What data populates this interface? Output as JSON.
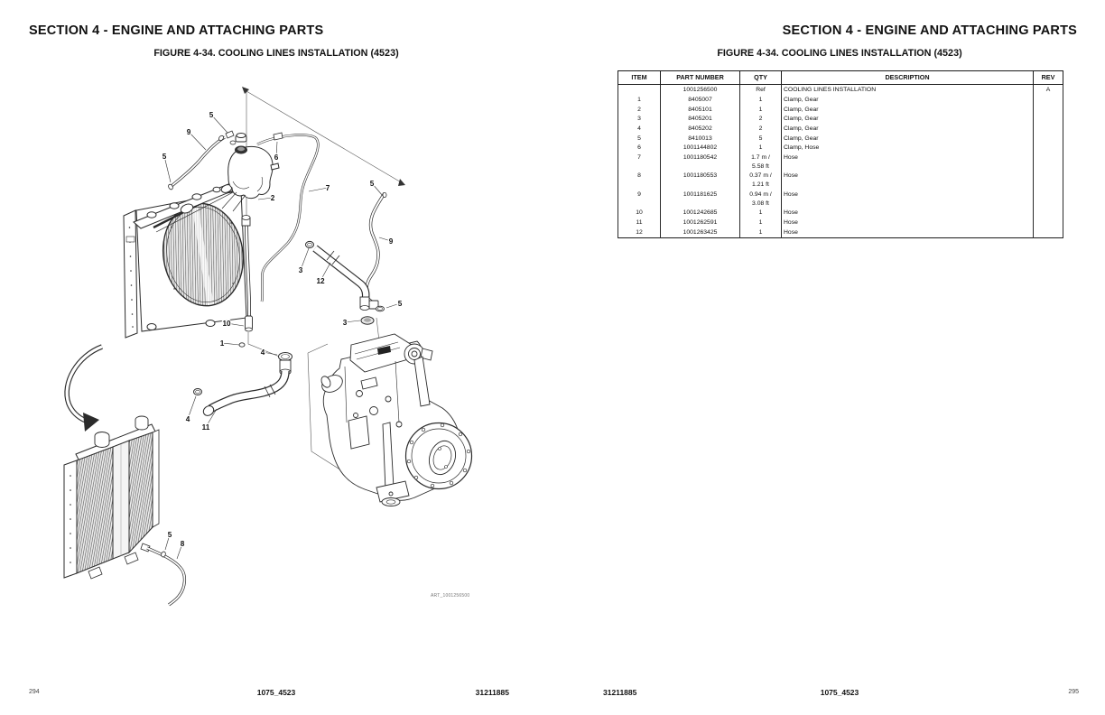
{
  "left_page": {
    "section_header": "SECTION 4 - ENGINE AND ATTACHING PARTS",
    "figure_title": "FIGURE 4-34. COOLING LINES INSTALLATION (4523)",
    "art_label": "ART_1001256500",
    "footer": {
      "page_number": "294",
      "doc_code": "1075_4523",
      "part_ref": "31211885"
    }
  },
  "right_page": {
    "section_header": "SECTION 4 - ENGINE AND ATTACHING PARTS",
    "figure_title": "FIGURE 4-34. COOLING LINES INSTALLATION (4523)",
    "footer": {
      "part_ref": "31211885",
      "doc_code": "1075_4523",
      "page_number": "295"
    }
  },
  "parts_table": {
    "headers": [
      "ITEM",
      "PART NUMBER",
      "QTY",
      "DESCRIPTION",
      "REV"
    ],
    "rows": [
      {
        "item": "",
        "part": "1001256500",
        "qty": "Ref",
        "desc": "COOLING LINES INSTALLATION",
        "rev": "A"
      },
      {
        "item": "1",
        "part": "8405007",
        "qty": "1",
        "desc": "Clamp, Gear",
        "rev": ""
      },
      {
        "item": "2",
        "part": "8405101",
        "qty": "1",
        "desc": "Clamp, Gear",
        "rev": ""
      },
      {
        "item": "3",
        "part": "8405201",
        "qty": "2",
        "desc": "Clamp, Gear",
        "rev": ""
      },
      {
        "item": "4",
        "part": "8405202",
        "qty": "2",
        "desc": "Clamp, Gear",
        "rev": ""
      },
      {
        "item": "5",
        "part": "8410013",
        "qty": "5",
        "desc": "Clamp, Gear",
        "rev": ""
      },
      {
        "item": "6",
        "part": "1001144802",
        "qty": "1",
        "desc": "Clamp, Hose",
        "rev": ""
      },
      {
        "item": "7",
        "part": "1001180542",
        "qty": "1.7 m /\n5.58 ft",
        "desc": "Hose",
        "rev": ""
      },
      {
        "item": "8",
        "part": "1001180553",
        "qty": "0.37 m /\n1.21 ft",
        "desc": "Hose",
        "rev": ""
      },
      {
        "item": "9",
        "part": "1001181625",
        "qty": "0.94 m /\n3.08 ft",
        "desc": "Hose",
        "rev": ""
      },
      {
        "item": "10",
        "part": "1001242685",
        "qty": "1",
        "desc": "Hose",
        "rev": ""
      },
      {
        "item": "11",
        "part": "1001262591",
        "qty": "1",
        "desc": "Hose",
        "rev": ""
      },
      {
        "item": "12",
        "part": "1001263425",
        "qty": "1",
        "desc": "Hose",
        "rev": ""
      }
    ]
  },
  "figure": {
    "callouts": [
      {
        "label": "5"
      },
      {
        "label": "9"
      },
      {
        "label": "5"
      },
      {
        "label": "6"
      },
      {
        "label": "7"
      },
      {
        "label": "5"
      },
      {
        "label": "2"
      },
      {
        "label": "9"
      },
      {
        "label": "3"
      },
      {
        "label": "12"
      },
      {
        "label": "5"
      },
      {
        "label": "3"
      },
      {
        "label": "10"
      },
      {
        "label": "1"
      },
      {
        "label": "4"
      },
      {
        "label": "4"
      },
      {
        "label": "11"
      },
      {
        "label": "5"
      },
      {
        "label": "8"
      }
    ]
  }
}
